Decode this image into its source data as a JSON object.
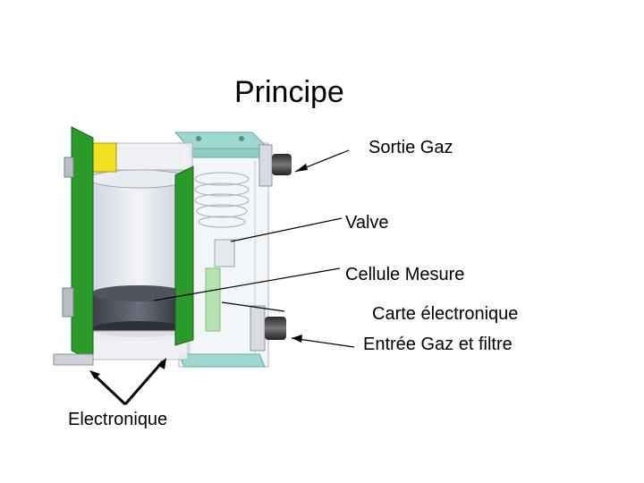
{
  "title": "Principe",
  "labels": {
    "sortie_gaz": "Sortie Gaz",
    "valve": "Valve",
    "cellule_mesure": "Cellule Mesure",
    "carte_electronique": "Carte électronique",
    "entree_gaz": "Entrée Gaz et filtre",
    "electronique": "Electronique"
  },
  "colors": {
    "pcb_green": "#2a9a2a",
    "housing_teal": "#9fd8d0",
    "connector_yellow": "#f0e020",
    "glass": "#dfe3ea"
  }
}
